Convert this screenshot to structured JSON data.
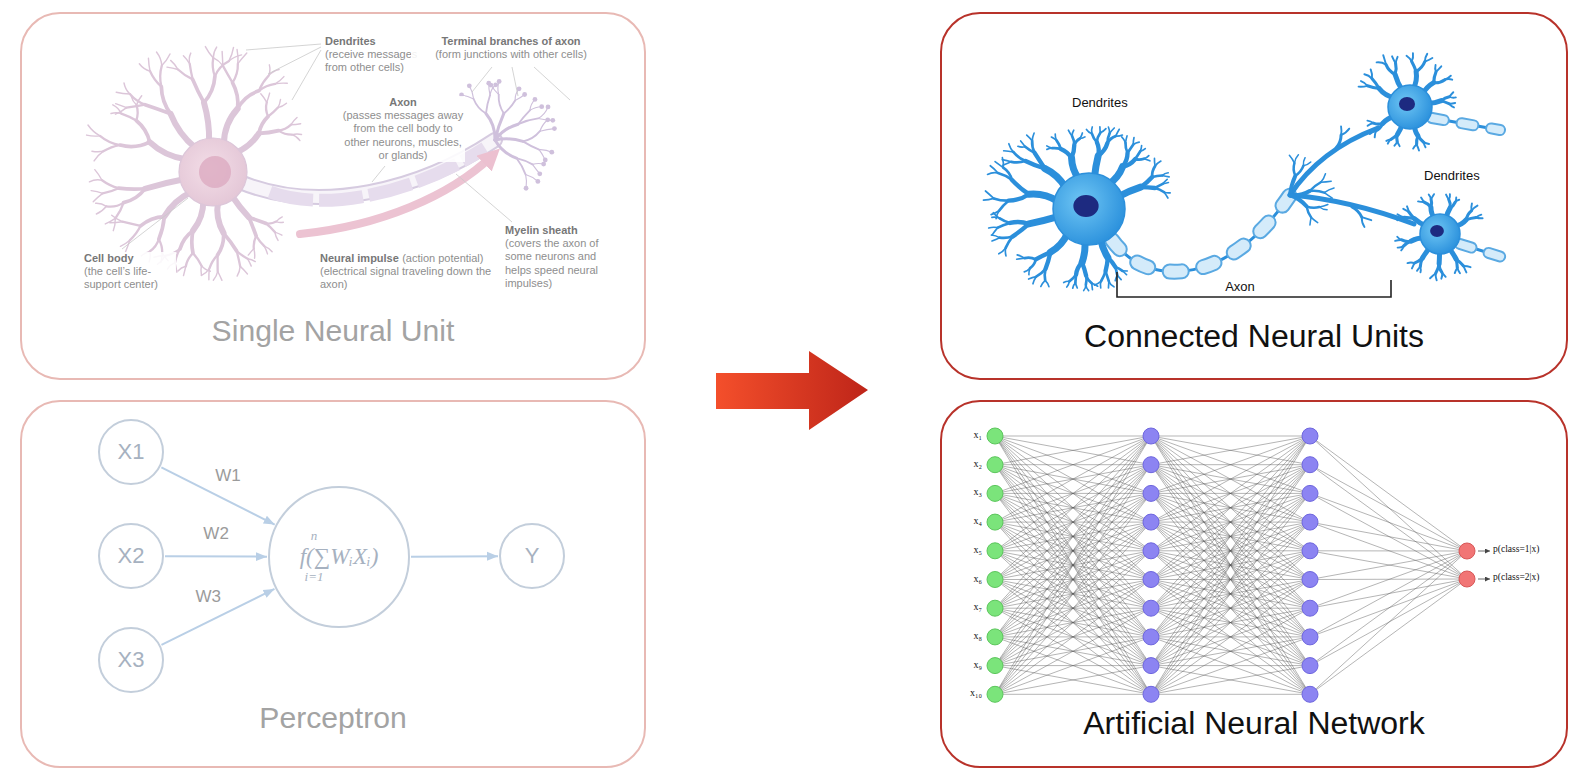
{
  "diagram": {
    "nodes": [
      {
        "text": [
          "Single Neural Unit"
        ]
      },
      {
        "text": [
          "Connected Neural Units"
        ]
      },
      {
        "text": [
          "Perceptron"
        ]
      },
      {
        "text": [
          "X1"
        ],
        "in": 2
      },
      {
        "text": [
          "X2"
        ],
        "in": 2
      },
      {
        "text": [
          "X3"
        ],
        "in": 2
      },
      {
        "text": [
          "n",
          "f(∑WᵢXᵢ)",
          "i=1"
        ],
        "in": 2
      },
      {
        "text": [
          "Y"
        ],
        "in": 2
      },
      {
        "text": [
          "Artificial Neural Network"
        ]
      }
    ],
    "edges": [
      {
        "from": 3,
        "to": 6,
        "label": "W1",
        "arrow": "to"
      },
      {
        "from": 4,
        "to": 6,
        "label": "W2",
        "arrow": "to"
      },
      {
        "from": 5,
        "to": 6,
        "label": "W3",
        "arrow": "to"
      },
      {
        "from": 6,
        "to": 7,
        "arrow": "to"
      }
    ],
    "labels": [
      "Dendrites",
      "(receive messages from other cells)",
      "Terminal branches of axon",
      "(form junctions with other cells)",
      "Axon",
      "(passes messages away from the cell body to other neurons, muscles, or glands)",
      "Myelin sheath",
      "(covers the axon of some neurons and helps speed neural impulses)",
      "Cell body",
      "(the cell’s life-support center)",
      "Neural impulse",
      "(action potential) (electrical signal traveling down the axon)",
      "Dendrites",
      "Dendrites",
      "Axon",
      "x₁",
      "x₂",
      "x₃",
      "x₄",
      "x₅",
      "x₆",
      "x₇",
      "x₈",
      "x₉",
      "x₁₀",
      "p(class=1|x)",
      "p(class=2|x)"
    ]
  }
}
